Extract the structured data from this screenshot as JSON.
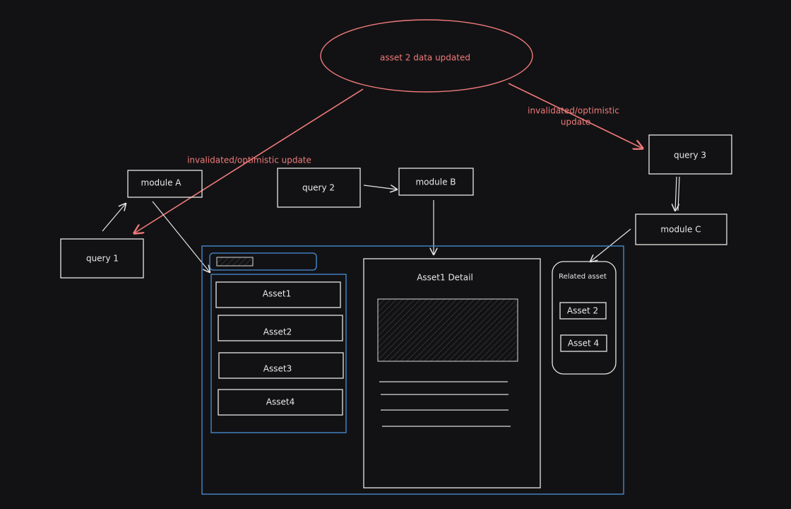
{
  "event": {
    "label": "asset 2 data updated",
    "color": "#f07a7a"
  },
  "edge_labels": {
    "left": "invalidated/optimistic update",
    "right_line1": "invalidated/optimistic",
    "right_line2": "update"
  },
  "queries": {
    "q1": "query 1",
    "q2": "query 2",
    "q3": "query 3"
  },
  "modules": {
    "a": "module A",
    "b": "module B",
    "c": "module C"
  },
  "asset_list": [
    "Asset1",
    "Asset2",
    "Asset3",
    "Asset4"
  ],
  "detail": {
    "title": "Asset1 Detail"
  },
  "related": {
    "title": "Related asset",
    "items": [
      "Asset 2",
      "Asset 4"
    ]
  },
  "colors": {
    "background": "#121214",
    "stroke": "#e6e6e6",
    "accent_blue": "#4a90d9",
    "accent_red": "#f07a7a"
  }
}
